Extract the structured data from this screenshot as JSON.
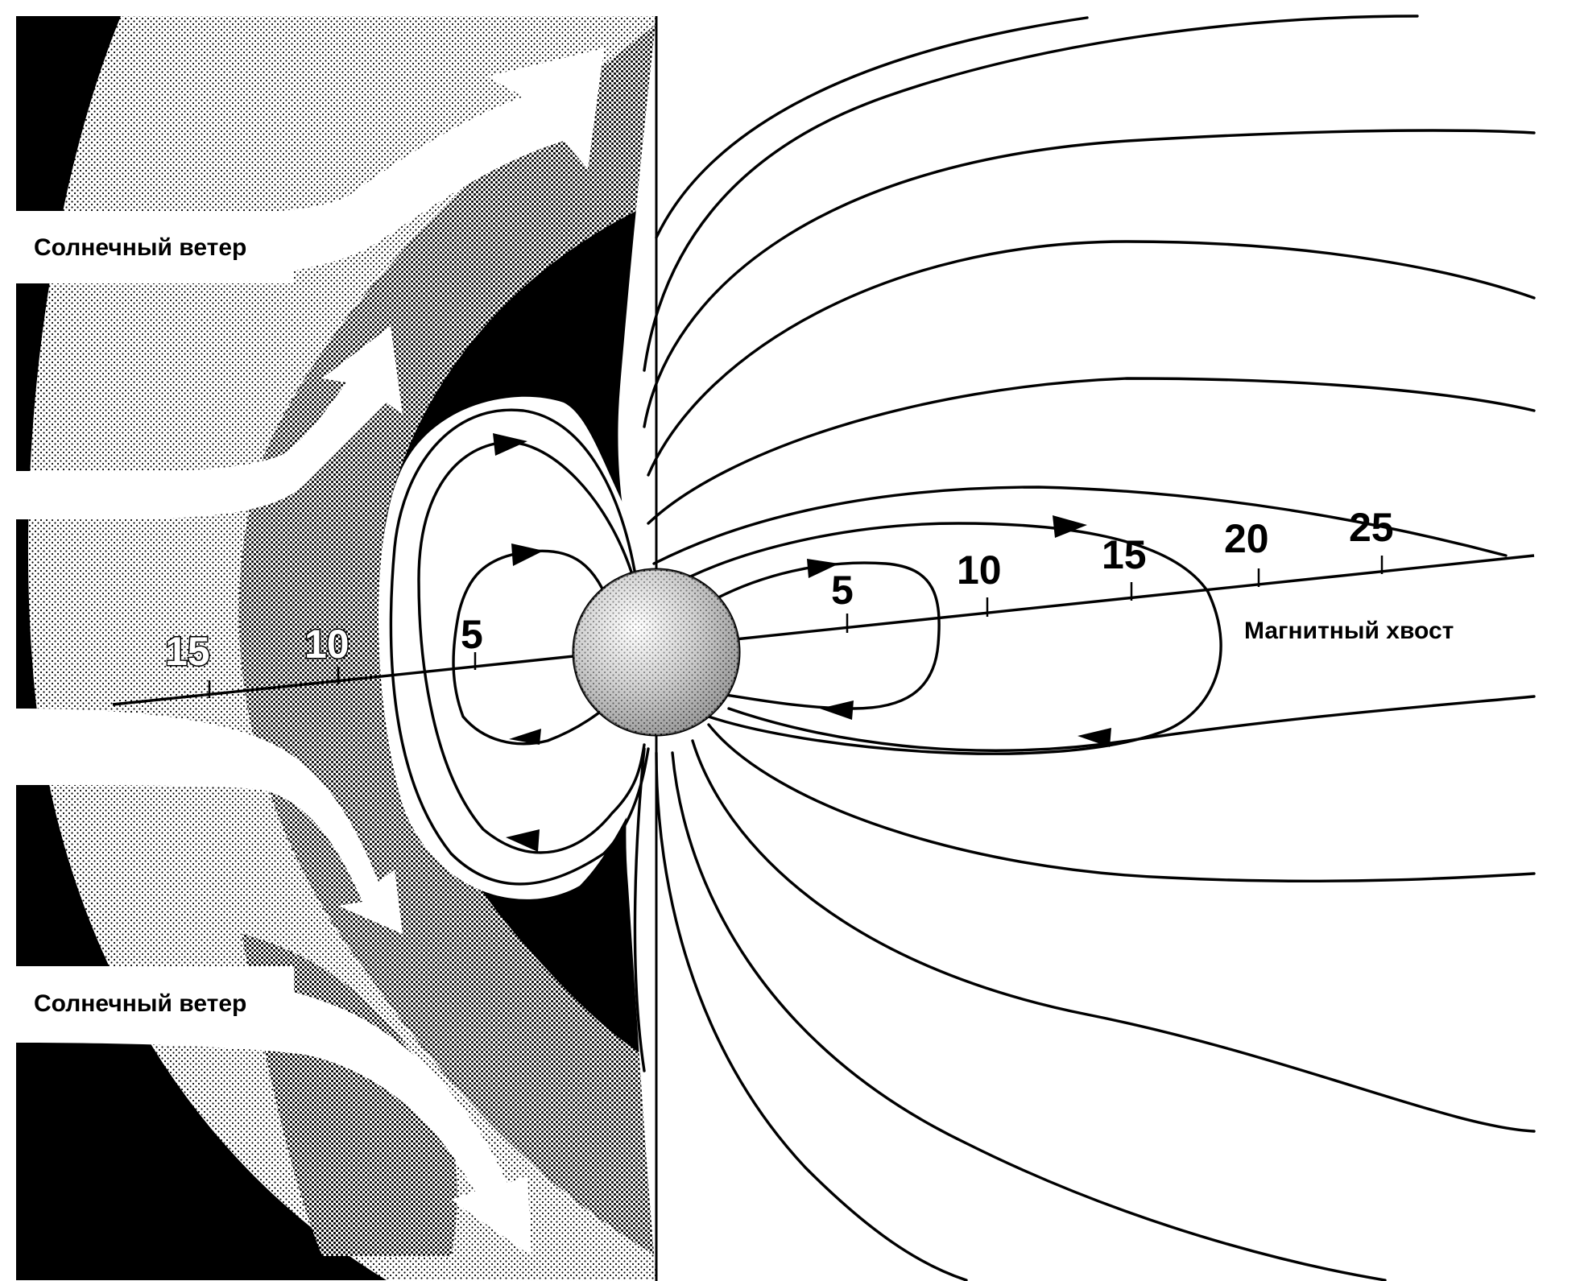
{
  "labels": {
    "solar_wind_top": "Солнечный ветер",
    "solar_wind_bottom": "Солнечный ветер",
    "magnetotail": "Магнитный хвост"
  },
  "dayside_scale": [
    "5",
    "10",
    "15"
  ],
  "nightside_scale": [
    "5",
    "10",
    "15",
    "20",
    "25"
  ],
  "colors": {
    "ink": "#000000",
    "paper": "#ffffff",
    "shade_dark": "#7a7a7a",
    "shade_light": "#c6c6c6"
  }
}
